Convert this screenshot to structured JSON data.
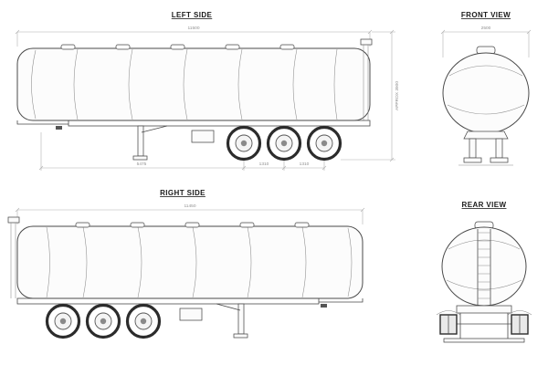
{
  "views": {
    "left_side": {
      "title": "LEFT SIDE",
      "dims": {
        "overall_length": "11500",
        "overall_height": "APPROX 3900",
        "front_section": "5475",
        "axle_spacing_1": "1310",
        "axle_spacing_2": "1310"
      }
    },
    "front_view": {
      "title": "FRONT VIEW",
      "dims": {
        "overall_width": "2500"
      }
    },
    "right_side": {
      "title": "RIGHT SIDE",
      "dims": {
        "overall_length": "11450"
      }
    },
    "rear_view": {
      "title": "REAR VIEW"
    }
  },
  "colors": {
    "background": "#ffffff",
    "line": "#4a4a4a",
    "dim_text": "#8f8f8f"
  }
}
